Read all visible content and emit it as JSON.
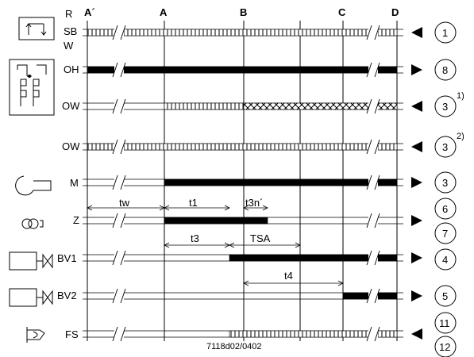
{
  "phase_labels": [
    "A´",
    "A",
    "B",
    "C",
    "D"
  ],
  "rows": [
    {
      "label": "SB",
      "extra_labels": [
        "R",
        "W"
      ],
      "icon": "thermostat-switch-icon",
      "direction": "in",
      "terminal": "1",
      "note": "",
      "segments": [
        {
          "from": "A´",
          "to": "D",
          "style": "hatched"
        }
      ]
    },
    {
      "label": "OH",
      "extra_labels": [],
      "icon": "oil-preheater-icon",
      "direction": "out",
      "terminal": "8",
      "note": "",
      "segments": [
        {
          "from": "A´",
          "to": "D",
          "style": "solid"
        }
      ]
    },
    {
      "label": "OW",
      "extra_labels": [],
      "icon": "",
      "direction": "in",
      "terminal": "3",
      "note": "1)",
      "segments": [
        {
          "from": "A",
          "to": "B",
          "style": "hatched"
        },
        {
          "from": "B",
          "to": "D",
          "style": "crosshatched"
        }
      ]
    },
    {
      "label": "OW",
      "extra_labels": [],
      "icon": "",
      "direction": "in",
      "terminal": "3",
      "note": "2)",
      "segments": [
        {
          "from": "A´",
          "to": "D",
          "style": "hatched"
        }
      ]
    },
    {
      "label": "M",
      "extra_labels": [],
      "icon": "burner-motor-icon",
      "direction": "out",
      "terminal": "3",
      "note": "",
      "segments": [
        {
          "from": "A",
          "to": "D",
          "style": "solid"
        }
      ]
    },
    {
      "label": "Z",
      "extra_labels": [],
      "icon": "ignition-transformer-icon",
      "direction": "out",
      "terminal": "6",
      "terminal2": "7",
      "note": "",
      "segments": [
        {
          "from": "A",
          "to": "t3n",
          "style": "solid"
        }
      ]
    },
    {
      "label": "BV1",
      "extra_labels": [],
      "icon": "fuel-valve-1-icon",
      "direction": "out",
      "terminal": "4",
      "note": "",
      "segments": [
        {
          "from": "t3",
          "to": "D",
          "style": "solid"
        }
      ]
    },
    {
      "label": "BV2",
      "extra_labels": [],
      "icon": "fuel-valve-2-icon",
      "direction": "out",
      "terminal": "5",
      "note": "",
      "segments": [
        {
          "from": "C",
          "to": "D",
          "style": "solid"
        }
      ]
    },
    {
      "label": "FS",
      "extra_labels": [],
      "icon": "flame-signal-icon",
      "direction": "in",
      "terminal": "11",
      "terminal2": "12",
      "note": "",
      "segments": [
        {
          "from": "t3",
          "to": "D",
          "style": "hatched"
        }
      ]
    }
  ],
  "intervals": [
    {
      "label": "tw",
      "from": "A´",
      "to": "A"
    },
    {
      "label": "t1",
      "from": "A",
      "to": "t3"
    },
    {
      "label": "t3n´",
      "from": "B",
      "to": "t3n"
    },
    {
      "label": "t3",
      "from": "A",
      "to": "t3"
    },
    {
      "label": "TSA",
      "from": "t3",
      "to": "TSAend"
    },
    {
      "label": "t4",
      "from": "B",
      "to": "C"
    }
  ],
  "footer_code": "7118d02/0402"
}
